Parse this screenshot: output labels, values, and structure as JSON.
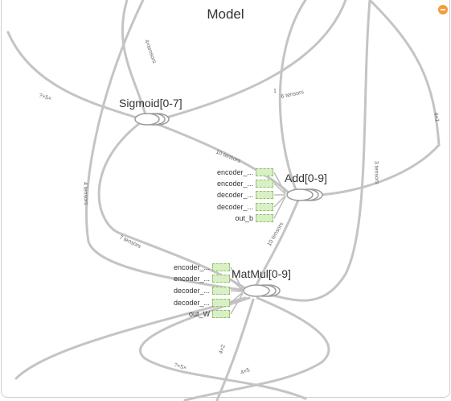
{
  "graph": {
    "title": "Model",
    "nodes": {
      "sigmoid": "Sigmoid[0-7]",
      "add": "Add[0-9]",
      "matmul": "MatMul[0-9]"
    },
    "add_inputs": [
      "encoder_...",
      "encoder_...",
      "decoder_...",
      "decoder_...",
      "out_b"
    ],
    "matmul_inputs": [
      "encoder_...",
      "encoder_...",
      "decoder_...",
      "decoder_...",
      "out_W"
    ],
    "edge_labels": {
      "left_top": "?×5×",
      "sigmoid_top": "4×tensors",
      "sigmoid_right": "6 tensors",
      "right_edge": "4×1",
      "sigmoid_add": "10 tensors",
      "left_long": "4 tensors",
      "add_matmul": "10 tensors",
      "sigmoid_matmul": "7 tensors",
      "right_long": "3 tensors",
      "add_down": "1",
      "bottom_left": "?×5×",
      "bottom_mid1": "4×2",
      "bottom_mid2": "4×5"
    },
    "colors": {
      "edge": "#c4c4c4",
      "node": "#ffffff",
      "const_fill": "#d9efc5",
      "accent": "#f29d38"
    }
  }
}
